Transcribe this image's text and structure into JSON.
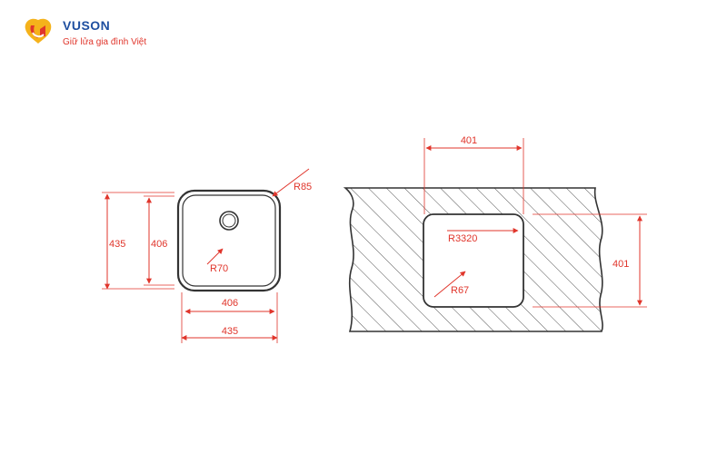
{
  "brand": {
    "name": "VUSON",
    "tagline": "Giữ lửa gia đình Việt",
    "colors": {
      "primary": "#1f4fa0",
      "accent": "#e0352b",
      "logo_yellow": "#f5b21b"
    }
  },
  "drawing": {
    "colors": {
      "dimension": "#e0352b",
      "outline": "#333333",
      "hatch": "#555555"
    },
    "sink_plan": {
      "outer_height": "435",
      "inner_height": "406",
      "inner_width": "406",
      "outer_width": "435",
      "outer_radius": "R85",
      "inner_radius": "R70"
    },
    "cutout": {
      "width": "401",
      "height": "401",
      "radius_top": "R3320",
      "radius_bottom": "R67"
    }
  }
}
